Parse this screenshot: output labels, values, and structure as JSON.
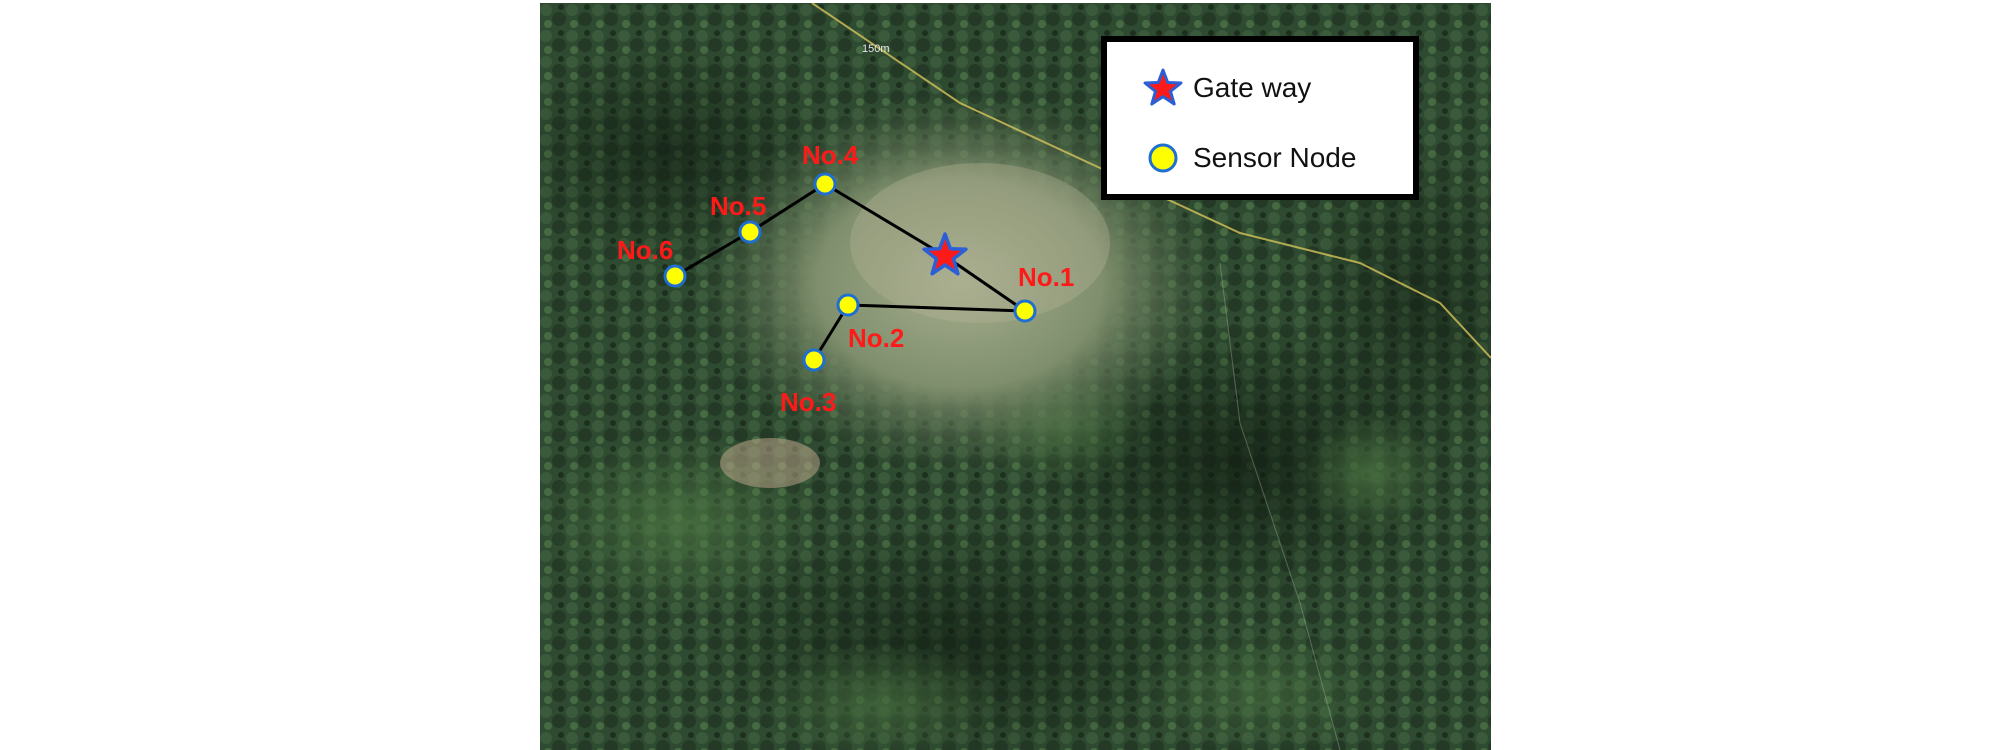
{
  "map": {
    "scale_label": "150m",
    "colors": {
      "forest_dark": "#1f3320",
      "forest_mid": "#35523a",
      "clearing": "#8f9b7a",
      "node_fill": "#ffff00",
      "node_stroke": "#1e6fd1",
      "gateway_fill": "#ff1a1a",
      "gateway_stroke": "#2a5fd6",
      "label_color": "#ff1a1a",
      "link_color": "#000000",
      "road_color": "#d4c35a"
    }
  },
  "legend": {
    "gateway_label": "Gate way",
    "sensor_label": "Sensor Node",
    "gateway_icon": "star-icon",
    "sensor_icon": "circle-icon"
  },
  "nodes": [
    {
      "label": "No.1"
    },
    {
      "label": "No.2"
    },
    {
      "label": "No.3"
    },
    {
      "label": "No.4"
    },
    {
      "label": "No.5"
    },
    {
      "label": "No.6"
    }
  ]
}
